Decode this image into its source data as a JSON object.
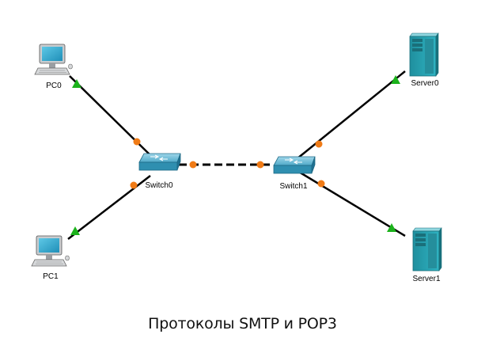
{
  "devices": {
    "pc0": "PC0",
    "pc1": "PC1",
    "switch0": "Switch0",
    "switch1": "Switch1",
    "server0": "Server0",
    "server1": "Server1"
  },
  "links": [
    {
      "from": "PC0",
      "to": "Switch0",
      "status": "up"
    },
    {
      "from": "PC1",
      "to": "Switch0",
      "status": "up"
    },
    {
      "from": "Switch0",
      "to": "Switch1",
      "status": "blocked"
    },
    {
      "from": "Switch1",
      "to": "Server0",
      "status": "up"
    },
    {
      "from": "Switch1",
      "to": "Server1",
      "status": "up"
    }
  ],
  "colors": {
    "link": "#000000",
    "port_up": "#1bb21b",
    "port_switch": "#f07b16",
    "switch_body": "#2f8fb0",
    "server_body": "#2aa3b3",
    "pc_body": "#c9cccf"
  },
  "caption": "Протоколы SMTP и POP3"
}
